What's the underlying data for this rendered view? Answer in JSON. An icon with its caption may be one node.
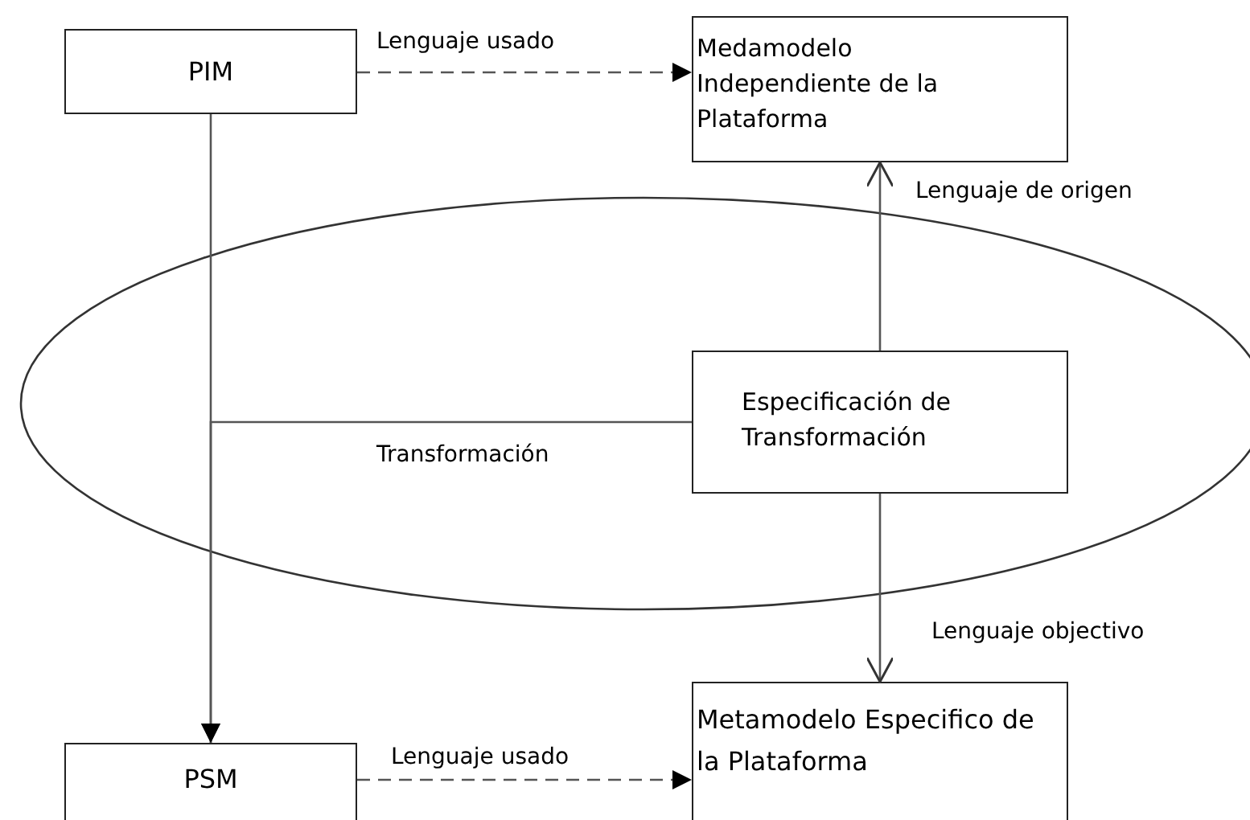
{
  "diagram": {
    "nodes": [
      {
        "text": [
          "PIM"
        ]
      },
      {
        "text": [
          "Medamodelo Independiente de la Plataforma"
        ]
      },
      {
        "text": [],
        "shape": "ellipse"
      },
      {
        "text": [
          "Especificación de Transformación"
        ],
        "in": 2
      },
      {
        "text": [
          "PSM"
        ]
      },
      {
        "text": [
          "Metamodelo Especifico de la Plataforma"
        ]
      }
    ],
    "edges": [
      {
        "from": 0,
        "to": 1,
        "arrow": "to",
        "label": "Lenguaje usado",
        "style": "dashed"
      },
      {
        "from": 3,
        "to": 1,
        "arrow": "to",
        "label": "Lenguaje de origen"
      },
      {
        "from": 3,
        "to": 5,
        "arrow": "to",
        "label": "Lenguaje objectivo"
      },
      {
        "from": 0,
        "to": 4,
        "arrow": "to"
      },
      {
        "from": 3,
        "to": 4,
        "arrow": "to",
        "label": "Transformación"
      },
      {
        "from": 4,
        "to": 5,
        "arrow": "to",
        "label": "Lenguaje usado",
        "style": "dashed"
      }
    ]
  }
}
